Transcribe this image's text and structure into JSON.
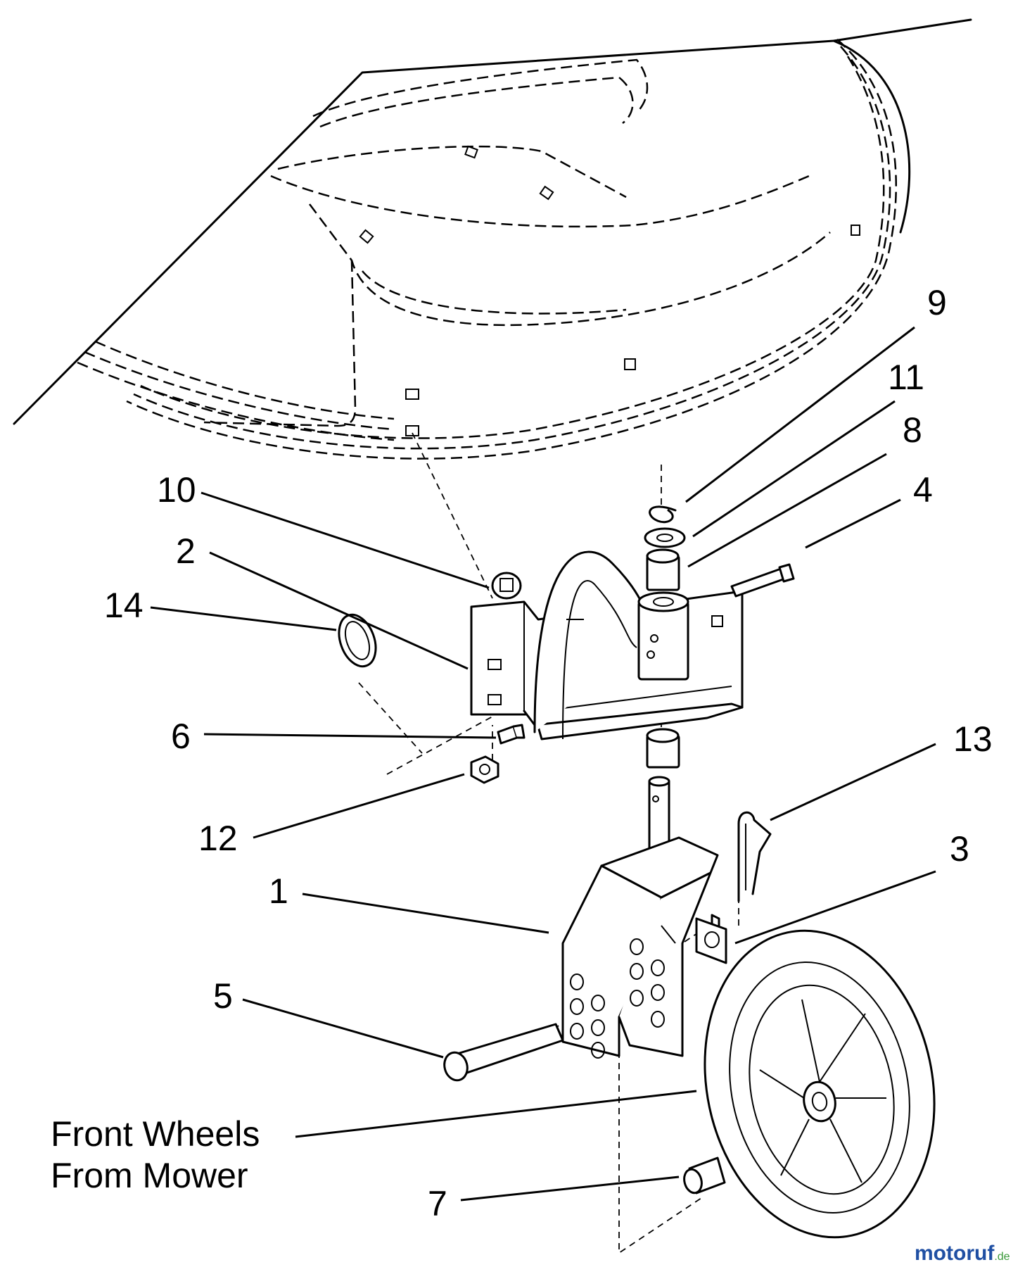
{
  "parts": {
    "p1": "1",
    "p2": "2",
    "p3": "3",
    "p4": "4",
    "p5": "5",
    "p6": "6",
    "p7": "7",
    "p8": "8",
    "p9": "9",
    "p10": "10",
    "p11": "11",
    "p12": "12",
    "p13": "13",
    "p14": "14"
  },
  "caption": {
    "line1": "Front Wheels",
    "line2": "From Mower"
  },
  "watermark": {
    "main": "motoruf",
    "suffix": ".de"
  },
  "colors": {
    "line": "#000000",
    "background": "#ffffff",
    "watermark_blue": "#1f4fa3",
    "watermark_orange": "#e07b1a",
    "watermark_green": "#3a9a3a"
  }
}
